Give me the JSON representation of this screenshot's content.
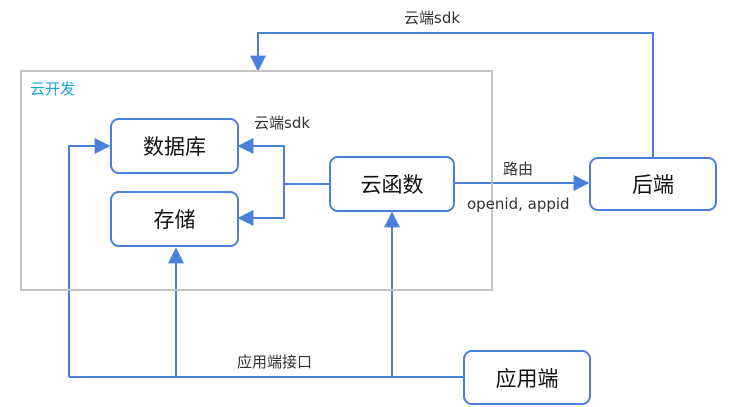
{
  "group": {
    "title": "云开发"
  },
  "nodes": {
    "database": "数据库",
    "storage": "存储",
    "cloud_function": "云函数",
    "backend": "后端",
    "app": "应用端"
  },
  "edges": {
    "backend_to_cloud": "云端sdk",
    "function_to_data": "云端sdk",
    "route": "路由",
    "route_params": "openid, appid",
    "app_interface": "应用端接口"
  },
  "colors": {
    "accent": "#4a7fdc",
    "group_border": "#c4c4c4",
    "group_title": "#1aa4dd"
  }
}
